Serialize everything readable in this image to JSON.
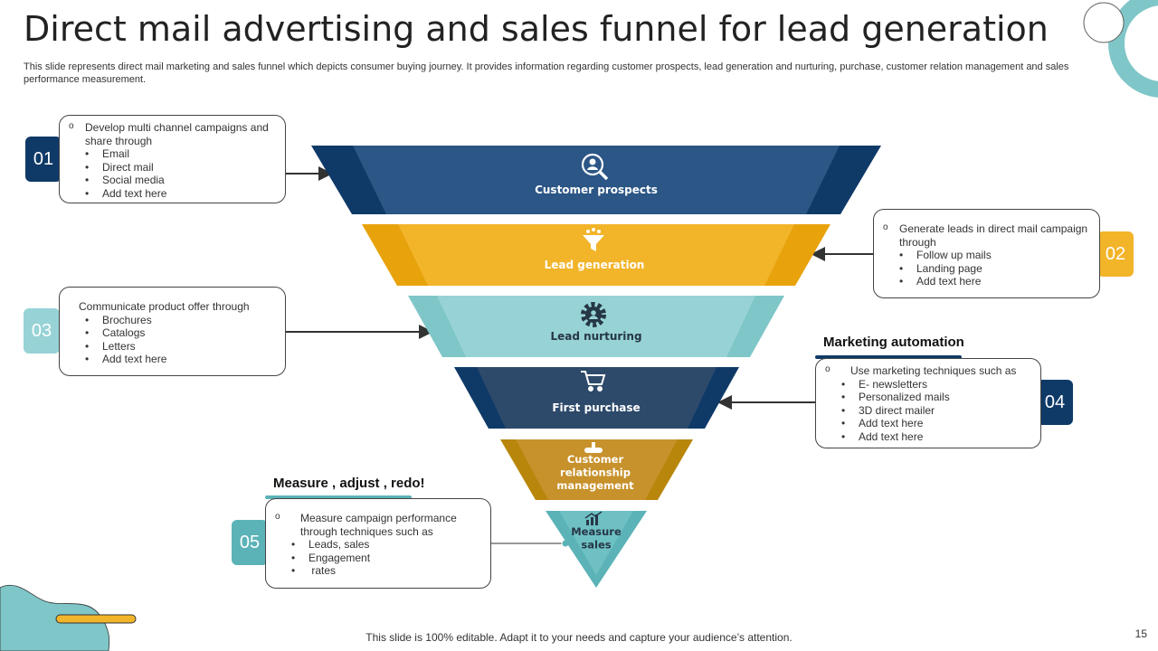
{
  "title": "Direct mail advertising and sales funnel for lead generation",
  "subtitle": "This slide represents direct mail marketing and sales funnel which depicts consumer buying journey. It provides information regarding customer prospects, lead generation and nurturing, purchase, customer relation management and sales performance measurement.",
  "colors": {
    "navy": "#2B5685",
    "navy_dark": "#0F3A68",
    "gold": "#F2B429",
    "gold_dark": "#E8A20C",
    "teal_light": "#97D3D6",
    "teal": "#5BB3B7",
    "dark_blue": "#2E4A6B",
    "mustard": "#C7912B"
  },
  "funnel": [
    {
      "label_lines": [
        "Customer prospects"
      ],
      "icon": "search-user-icon"
    },
    {
      "label_lines": [
        "Lead generation"
      ],
      "icon": "funnel-icon"
    },
    {
      "label_lines": [
        "Lead nurturing"
      ],
      "icon": "gear-icon"
    },
    {
      "label_lines": [
        "First purchase"
      ],
      "icon": "cart-icon"
    },
    {
      "label_lines": [
        "Customer",
        "relationship",
        "management"
      ],
      "icon": "handshake-icon"
    },
    {
      "label_lines": [
        "Measure",
        "sales"
      ],
      "icon": "chart-icon"
    }
  ],
  "steps": [
    {
      "num": "01",
      "lead": "Develop multi channel campaigns and share through",
      "items": [
        "Email",
        "Direct mail",
        "Social media",
        "Add text here"
      ]
    },
    {
      "num": "02",
      "lead": "Generate leads in direct mail campaign through",
      "items": [
        "Follow up mails",
        "Landing page",
        "Add text here"
      ]
    },
    {
      "num": "03",
      "lead": "Communicate product offer through",
      "items": [
        "Brochures",
        "Catalogs",
        "Letters",
        "Add text here"
      ]
    },
    {
      "num": "04",
      "heading": "Marketing automation",
      "lead": "Use marketing techniques such as",
      "items": [
        "E- newsletters",
        "Personalized mails",
        "3D direct mailer",
        "Add text here",
        "Add text here"
      ]
    },
    {
      "num": "05",
      "heading": "Measure , adjust ,  redo!",
      "lead": "Measure campaign performance through techniques such as",
      "items": [
        "Leads, sales",
        "Engagement",
        " rates"
      ]
    }
  ],
  "footer": "This slide is 100% editable. Adapt it to your needs and capture your audience’s attention.",
  "page_number": "15"
}
